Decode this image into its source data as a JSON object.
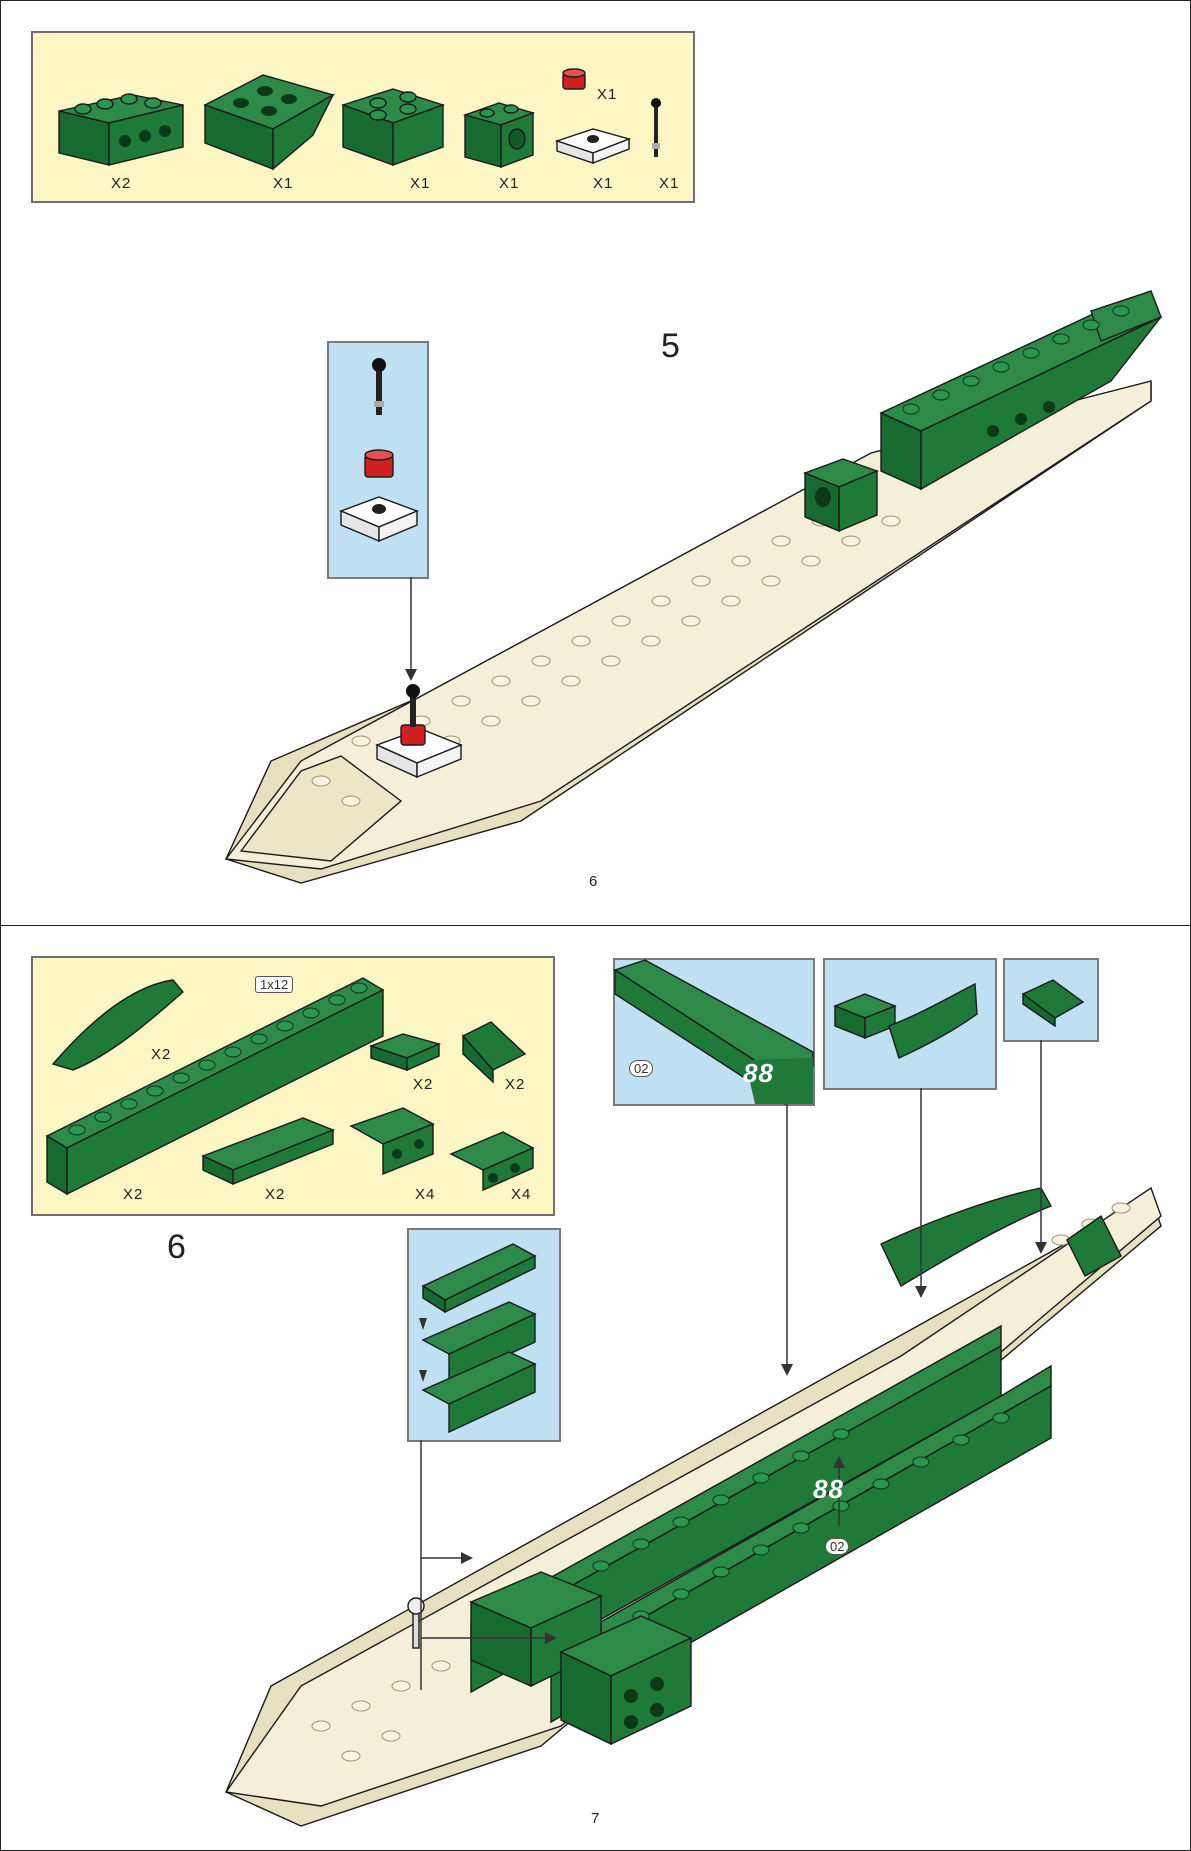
{
  "colors": {
    "green": "#1f7a3a",
    "green_dark": "#125a28",
    "tan": "#f3efd9",
    "tan_dark": "#d9d2ae",
    "parts_bg": "#fbf6c4",
    "callout_bg": "#bfe0f3",
    "red": "#d02020"
  },
  "page1": {
    "step_number": "5",
    "page_number": "6",
    "parts": [
      {
        "qty": "X2"
      },
      {
        "qty": "X1"
      },
      {
        "qty": "X1"
      },
      {
        "qty": "X1"
      },
      {
        "qty": "X1"
      },
      {
        "qty": "X1"
      },
      {
        "qty": "X1"
      }
    ]
  },
  "page2": {
    "step_number": "6",
    "page_number": "7",
    "size_tag": "1x12",
    "sticker_label": "02",
    "hull_number": "88",
    "parts": [
      {
        "qty": "X2"
      },
      {
        "qty": "X2"
      },
      {
        "qty": "X2"
      },
      {
        "qty": "X2"
      },
      {
        "qty": "X2"
      },
      {
        "qty": "X4"
      },
      {
        "qty": "X4"
      }
    ]
  }
}
